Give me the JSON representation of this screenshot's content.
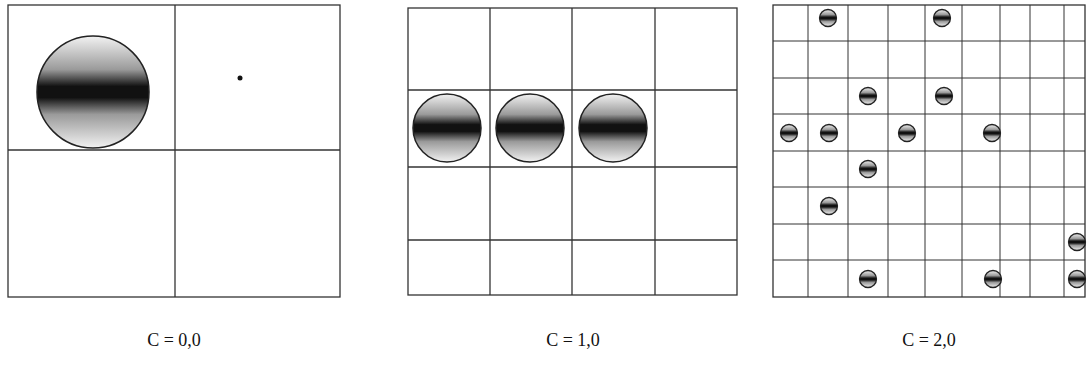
{
  "diagram": {
    "labels": [
      "C = 0,0",
      "C = 1,0",
      "C = 2,0"
    ]
  }
}
